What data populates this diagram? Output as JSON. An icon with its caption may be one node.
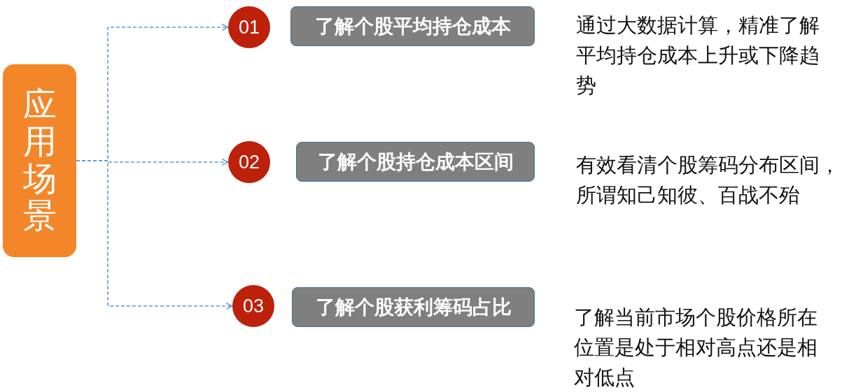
{
  "diagram": {
    "nodes": [
      {
        "text": [
          "应用场景"
        ]
      },
      {
        "text": [
          "01"
        ]
      },
      {
        "text": [
          "了解个股平均持仓成本"
        ],
        "beside": [
          "通过大数据计算，精准了解平均持仓成本上升或下降趋势"
        ]
      },
      {
        "text": [
          "02"
        ]
      },
      {
        "text": [
          "了解个股持仓成本区间"
        ],
        "beside": [
          "有效看清个股筹码分布区间，所谓知己知彼、百战不殆"
        ]
      },
      {
        "text": [
          "03"
        ]
      },
      {
        "text": [
          "了解个股获利筹码占比"
        ],
        "beside": [
          "了解当前市场个股价格所在位置是处于相对高点还是相对低点"
        ]
      }
    ],
    "edges": [
      {
        "from": 0,
        "to": 1,
        "arrow": "to",
        "style": "dashed"
      },
      {
        "from": 0,
        "to": 3,
        "arrow": "to",
        "style": "dashed"
      },
      {
        "from": 0,
        "to": 5,
        "arrow": "to",
        "style": "dashed"
      }
    ]
  }
}
